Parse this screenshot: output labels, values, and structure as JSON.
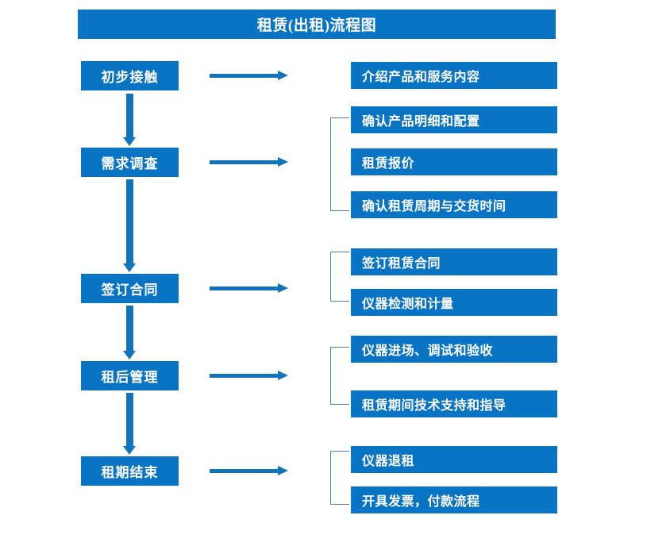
{
  "chart_data": {
    "type": "diagram",
    "diagram_kind": "flowchart",
    "title": "租赁(出租)流程图",
    "orientation": "vertical-left-stages-with-right-details",
    "accent_color": "#0A74C4",
    "arrow_color": "#1273BD",
    "bracket_color": "#4E7FB8",
    "text_color": "#FFFFFF",
    "background_color": "#FFFFFF",
    "stages": [
      {
        "id": "stage-1",
        "label": "初步接触",
        "details": [
          "介绍产品和服务内容"
        ],
        "has_bracket": false
      },
      {
        "id": "stage-2",
        "label": "需求调查",
        "details": [
          "确认产品明细和配置",
          "租赁报价",
          "确认租赁周期与交货时间"
        ],
        "has_bracket": true
      },
      {
        "id": "stage-3",
        "label": "签订合同",
        "details": [
          "签订租赁合同",
          "仪器检测和计量"
        ],
        "has_bracket": true
      },
      {
        "id": "stage-4",
        "label": "租后管理",
        "details": [
          "仪器进场、调试和验收",
          "租赁期间技术支持和指导"
        ],
        "has_bracket": true
      },
      {
        "id": "stage-5",
        "label": "租期结束",
        "details": [
          "仪器退租",
          "开具发票，付款流程"
        ],
        "has_bracket": true
      }
    ]
  },
  "header": {
    "title": "租赁(出租)流程图"
  },
  "stages": {
    "s1": {
      "label": "初步接触"
    },
    "s2": {
      "label": "需求调查"
    },
    "s3": {
      "label": "签订合同"
    },
    "s4": {
      "label": "租后管理"
    },
    "s5": {
      "label": "租期结束"
    }
  },
  "details": {
    "d1": "介绍产品和服务内容",
    "d2": "确认产品明细和配置",
    "d3": "租赁报价",
    "d4": "确认租赁周期与交货时间",
    "d5": "签订租赁合同",
    "d6": "仪器检测和计量",
    "d7": "仪器进场、调试和验收",
    "d8": "租赁期间技术支持和指导",
    "d9": "仪器退租",
    "d10": "开具发票，付款流程"
  },
  "icons": {
    "down_arrow": "down-arrow-icon",
    "right_arrow": "right-arrow-icon",
    "bracket": "group-bracket-icon"
  }
}
